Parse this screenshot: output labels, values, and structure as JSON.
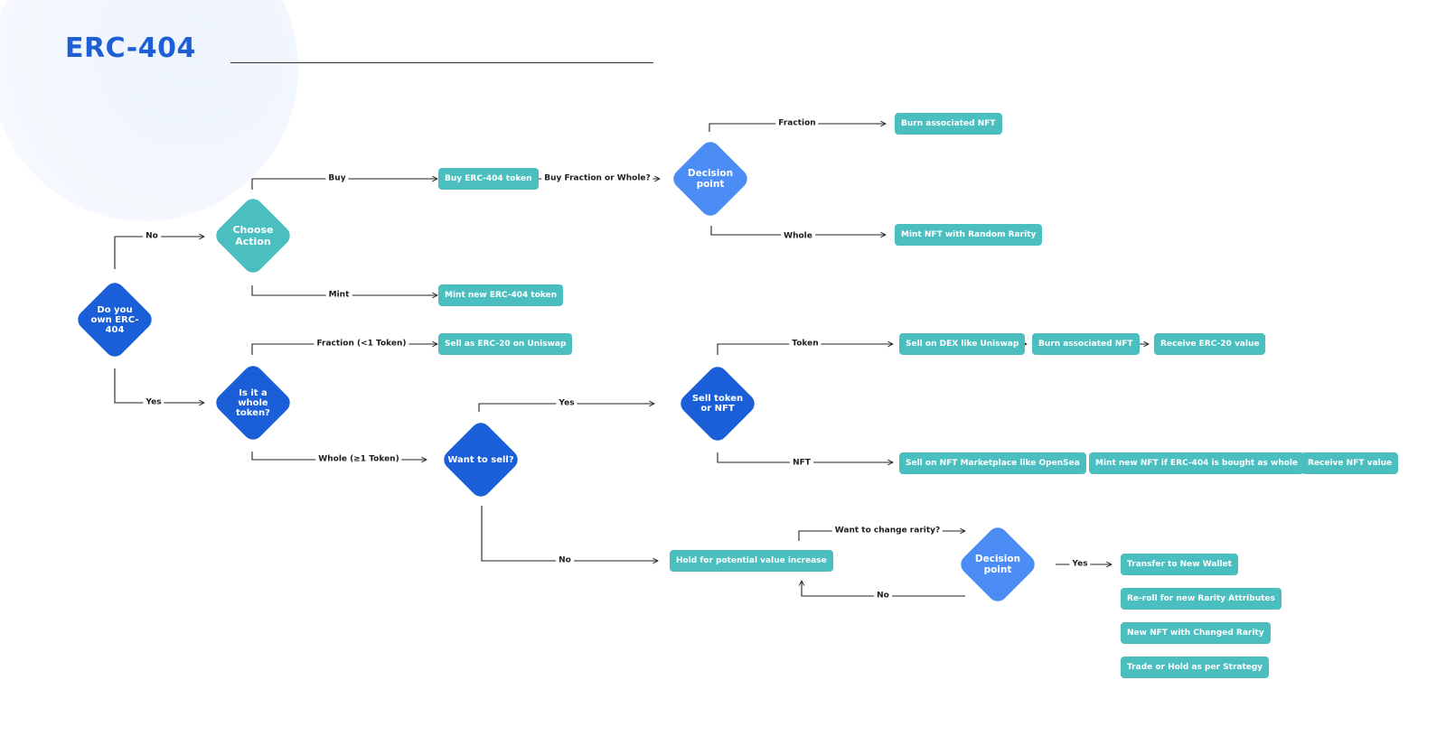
{
  "title": "ERC-404",
  "diamonds": {
    "own": "Do you own ERC-404",
    "choose": "Choose Action",
    "whole_token": "Is it a whole token?",
    "want_sell": "Want to sell?",
    "decision_buy": "Decision point",
    "sell_token": "Sell token or NFT",
    "decision_rarity": "Decision point"
  },
  "labels": {
    "no_top": "No",
    "yes_bottom": "Yes",
    "buy": "Buy",
    "mint": "Mint",
    "fraction_lt1": "Fraction (<1 Token)",
    "whole_ge1": "Whole (≥1 Token)",
    "buy_fraction_or_whole": "Buy Fraction or Whole?",
    "fraction": "Fraction",
    "whole": "Whole",
    "sell_yes": "Yes",
    "sell_no": "No",
    "token": "Token",
    "nft": "NFT",
    "want_change_rarity": "Want to change rarity?",
    "rarity_no": "No",
    "rarity_yes": "Yes"
  },
  "boxes": {
    "buy_token": "Buy ERC-404 token",
    "mint_token": "Mint new ERC-404 token",
    "sell_uniswap": "Sell as ERC-20 on Uniswap",
    "burn_nft_top": "Burn associated NFT",
    "mint_random": "Mint NFT with Random Rarity",
    "sell_dex": "Sell on DEX like Uniswap",
    "burn_nft_mid": "Burn associated NFT",
    "receive_erc20": "Receive ERC-20 value",
    "sell_opensea": "Sell on NFT Marketplace like OpenSea",
    "mint_if_whole": "Mint new NFT if ERC-404 is bought as whole",
    "receive_nft": "Receive NFT value",
    "hold": "Hold for potential value increase",
    "transfer": "Transfer to New Wallet",
    "reroll": "Re-roll for new Rarity Attributes",
    "new_nft": "New NFT with Changed Rarity",
    "trade_hold": "Trade or Hold as per Strategy"
  },
  "colors": {
    "title": "#1f5fd6",
    "diamond_dark": "#1a5fd8",
    "diamond_mid": "#4b8cf5",
    "teal": "#4bbfc0",
    "line": "#222222"
  }
}
